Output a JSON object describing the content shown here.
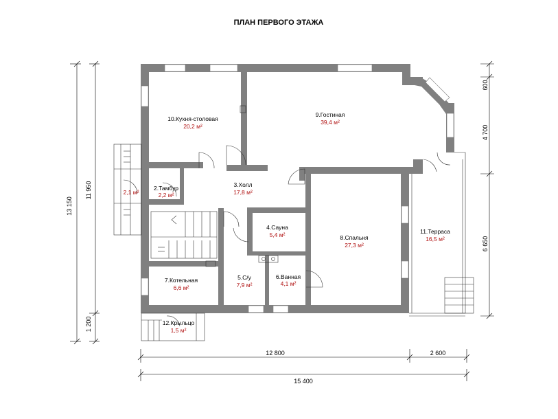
{
  "title": "ПЛАН ПЕРВОГО ЭТАЖА",
  "rooms": [
    {
      "name": "10.Кухня-столовая",
      "area": "20,2 м²"
    },
    {
      "name": "9.Гостиная",
      "area": "39,4 м²"
    },
    {
      "name": "2.Тамбур",
      "area": "2,2 м²"
    },
    {
      "name": "3.Холл",
      "area": "17,8 м²"
    },
    {
      "name": "4.Сауна",
      "area": "5,4 м²"
    },
    {
      "name": "8.Спальня",
      "area": "27,3 м²"
    },
    {
      "name": "11.Терраса",
      "area": "16,5 м²"
    },
    {
      "name": "7.Котельная",
      "area": "6,6 м²"
    },
    {
      "name": "5.С/у",
      "area": "7,9 м²"
    },
    {
      "name": "6.Ванная",
      "area": "4,1 м²"
    },
    {
      "name": "12.Крыльцо",
      "area": "1,5 м²"
    }
  ],
  "extra_area": "2,1 м²",
  "dimensions": {
    "bottom_main": "12 800",
    "bottom_terrace": "2 600",
    "bottom_total": "15 400",
    "left_total": "13 150",
    "left_house": "11 950",
    "left_porch": "1 200",
    "right_top": "600",
    "right_mid": "4 700",
    "right_bottom": "6 650"
  }
}
